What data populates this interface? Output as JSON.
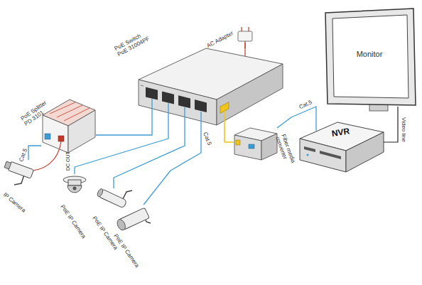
{
  "diagram": {
    "nodes": [
      {
        "text": [
          "PoE Switch PoE 31004PF"
        ]
      },
      {
        "text": [
          "AC Adapter"
        ]
      },
      {
        "text": [
          "Monitor"
        ]
      },
      {
        "text": [
          "PoE Splitter PD 3101"
        ]
      },
      {
        "text": [
          "NVR"
        ]
      },
      {
        "text": [
          "Fiber media converter"
        ]
      },
      {
        "text": [
          "IP Camera"
        ]
      },
      {
        "text": [
          "PoE IP Camera"
        ]
      },
      {
        "text": [
          "PoE IP Camera"
        ]
      },
      {
        "text": [
          "PoE IP Camera"
        ]
      }
    ],
    "edges": [
      {
        "from": 1,
        "to": 0,
        "arrow": "none"
      },
      {
        "from": 0,
        "to": 3,
        "arrow": "none"
      },
      {
        "from": 3,
        "to": 6,
        "label": "Cat.5",
        "arrow": "none"
      },
      {
        "from": 0,
        "to": 7,
        "arrow": "none"
      },
      {
        "from": 0,
        "to": 8,
        "arrow": "none"
      },
      {
        "from": 0,
        "to": 9,
        "label": "Cat.5",
        "arrow": "none"
      },
      {
        "from": 0,
        "to": 5,
        "arrow": "none"
      },
      {
        "from": 5,
        "to": 4,
        "label": "Cat.5",
        "arrow": "none"
      },
      {
        "from": 4,
        "to": 2,
        "label": "Video line",
        "arrow": "none"
      }
    ],
    "labels": [
      "DC OUT"
    ]
  }
}
